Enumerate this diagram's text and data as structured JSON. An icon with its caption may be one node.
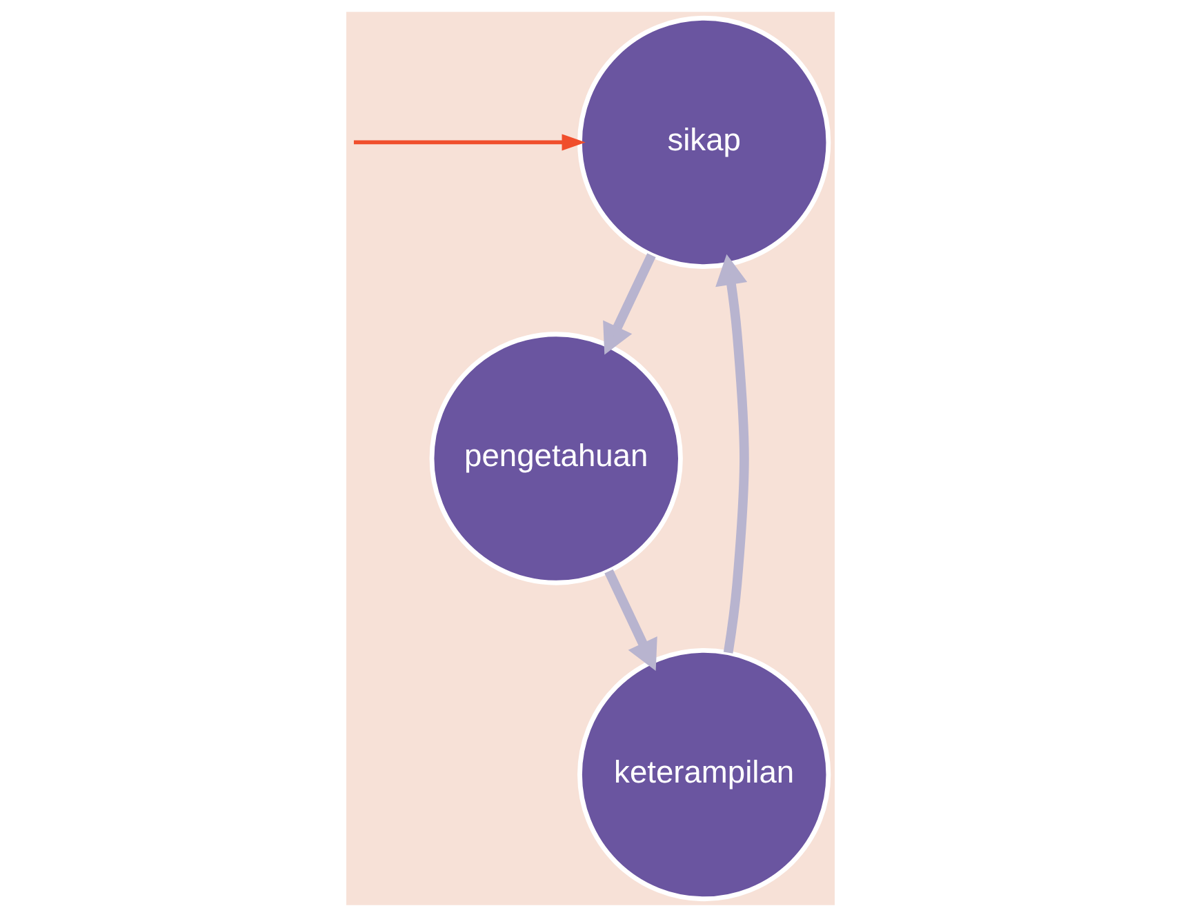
{
  "diagram": {
    "nodes": [
      {
        "text": [
          "sikap"
        ]
      },
      {
        "text": [
          "pengetahuan"
        ]
      },
      {
        "text": [
          "keterampilan"
        ]
      }
    ],
    "edges": [
      {
        "from": 0,
        "to": 1,
        "arrow": "to",
        "color": "#b8b4cf"
      },
      {
        "from": 1,
        "to": 2,
        "arrow": "to",
        "color": "#b8b4cf"
      },
      {
        "from": 2,
        "to": 0,
        "arrow": "to",
        "color": "#b8b4cf"
      },
      {
        "from": null,
        "to": 0,
        "arrow": "to",
        "color": "#f04e2c"
      }
    ]
  }
}
